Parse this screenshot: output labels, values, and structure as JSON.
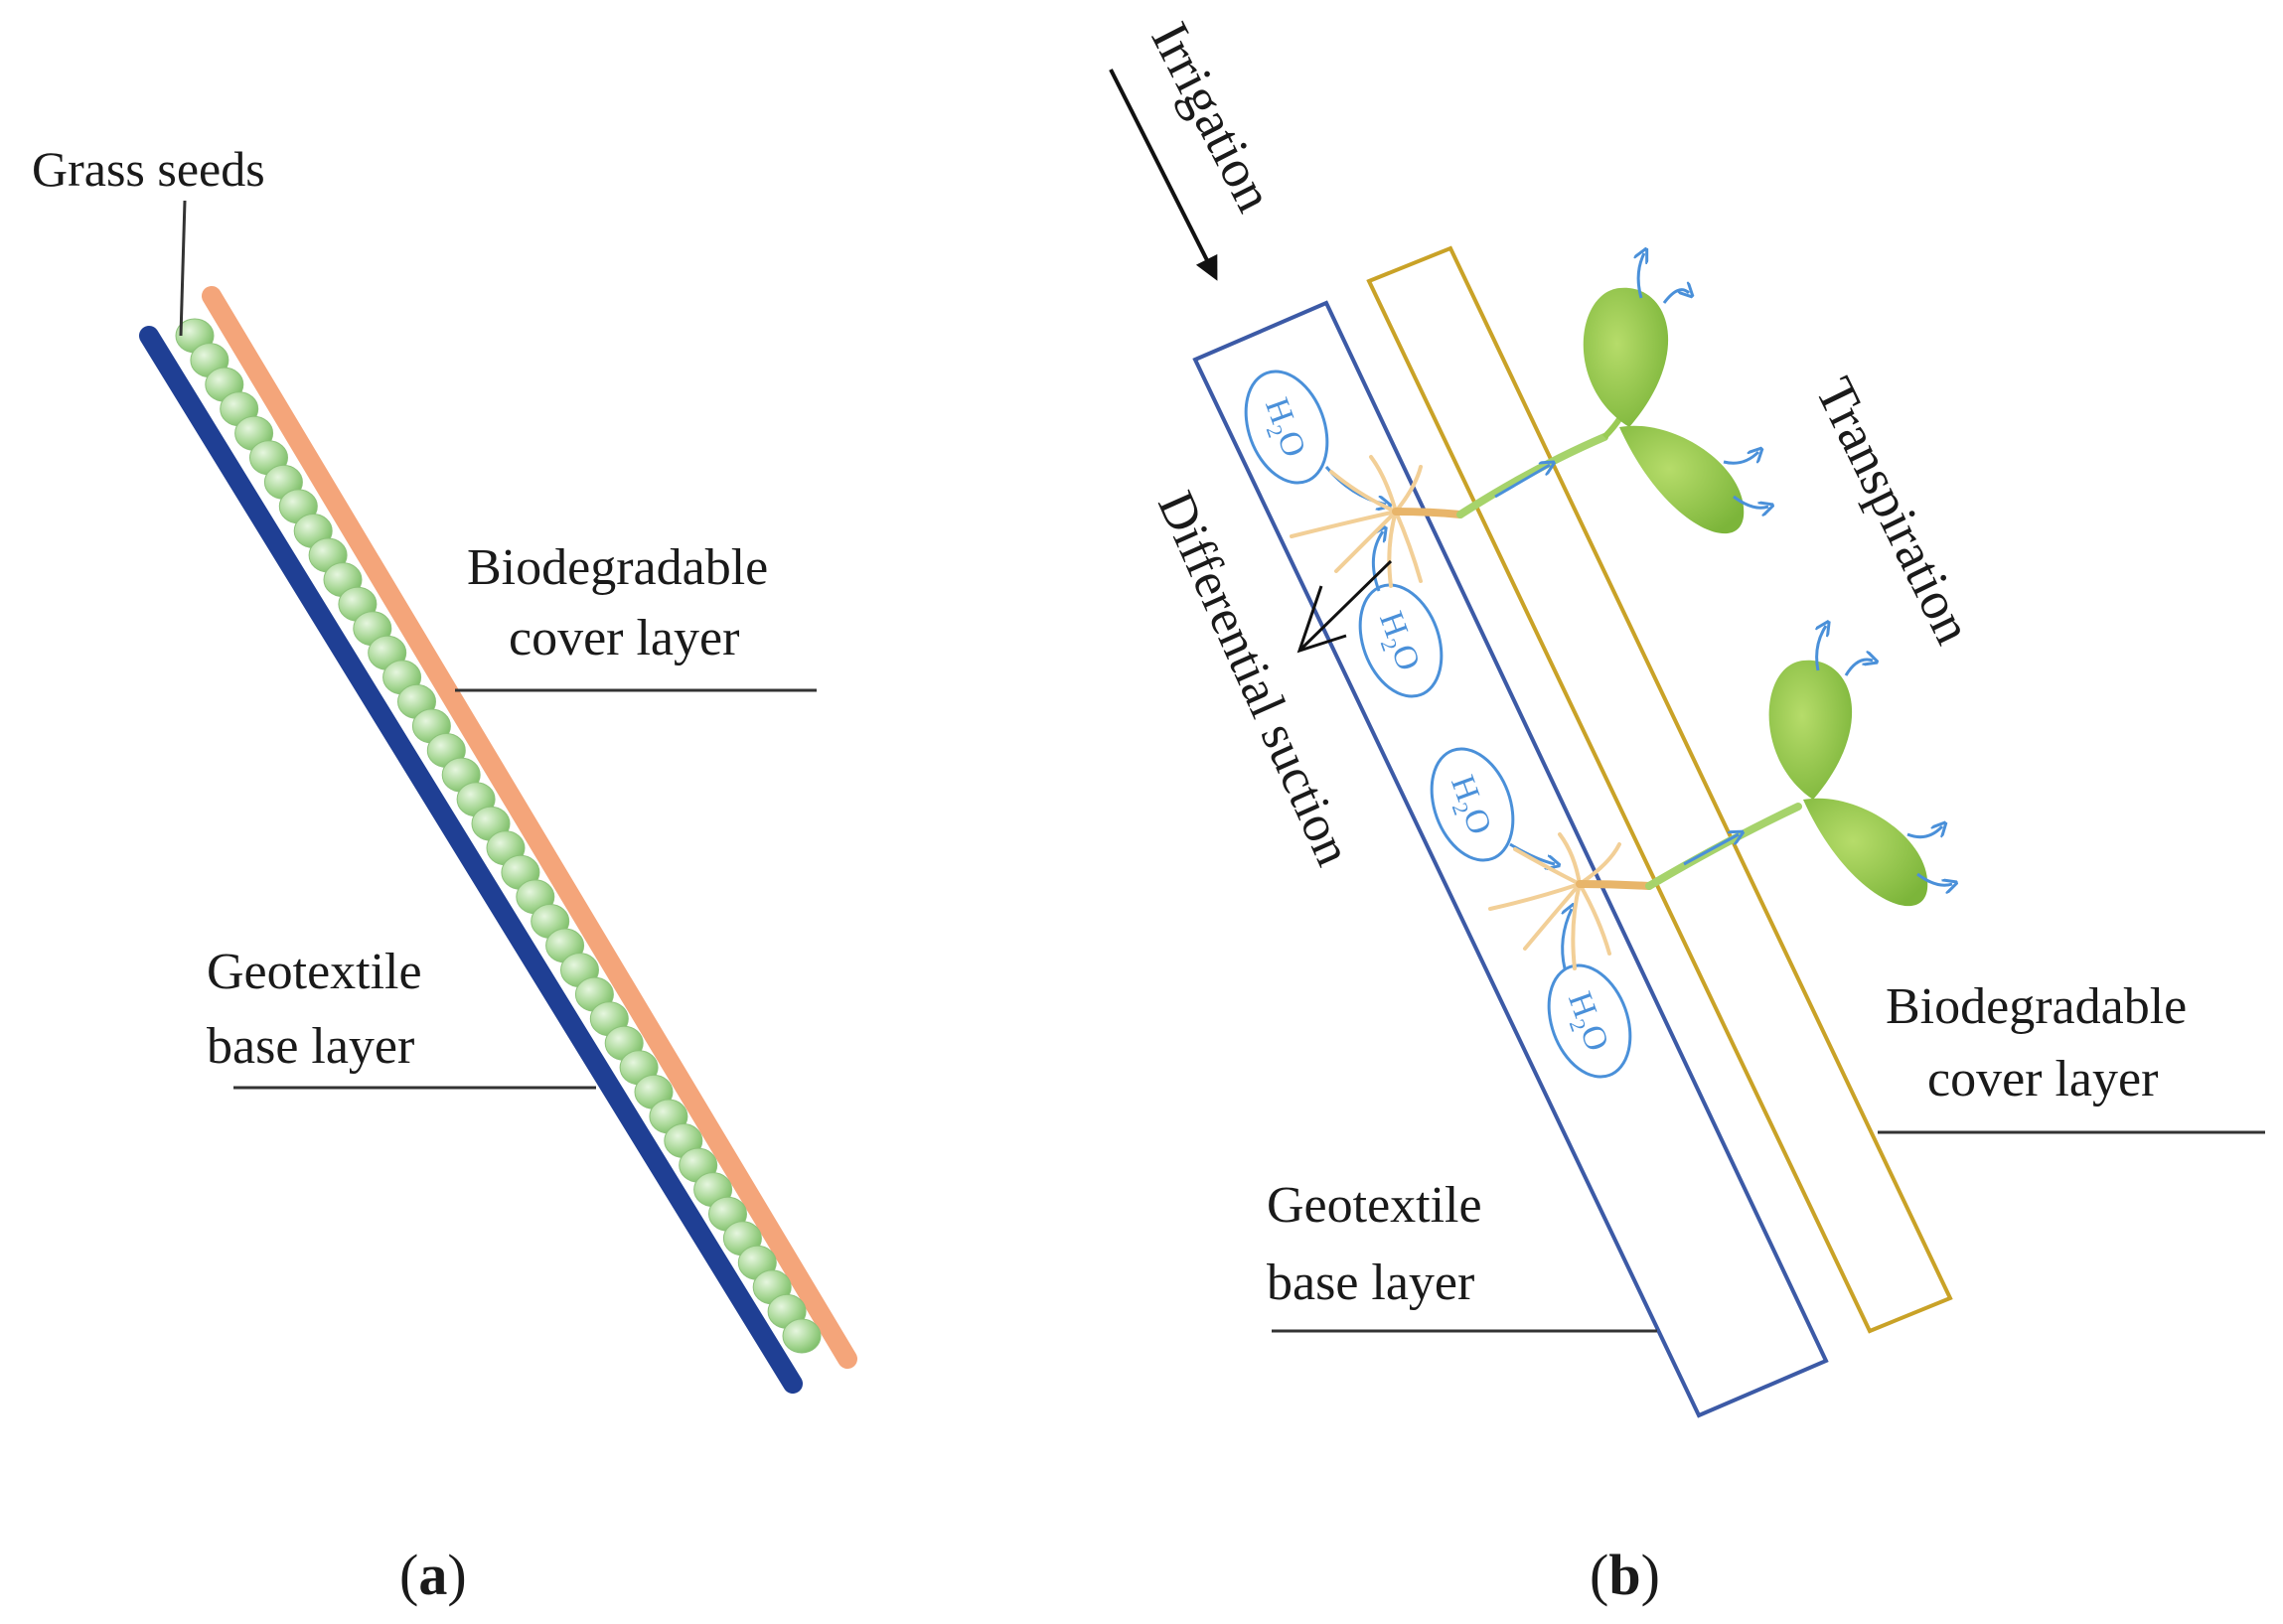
{
  "panel_a": {
    "grass_seeds": "Grass seeds",
    "cover_line1": "Biodegradable",
    "cover_line2": "cover layer",
    "geo_line1": "Geotextile",
    "geo_line2": "base layer",
    "caption_open": "(",
    "caption_letter": "a",
    "caption_close": ")"
  },
  "panel_b": {
    "irrigation": "Irrigation",
    "transpiration": "Transpiration",
    "differential_suction": "Differential suction",
    "h2o": "H",
    "h2o_sub": "2",
    "h2o_o": "O",
    "cover_line1": "Biodegradable",
    "cover_line2": "cover layer",
    "geo_line1": "Geotextile",
    "geo_line2": "base layer",
    "caption_open": "(",
    "caption_letter": "b",
    "caption_close": ")"
  },
  "colors": {
    "geotextile": "#1f3f94",
    "cover": "#f4a57a",
    "seed": "#9fd08c",
    "box_geotextile": "#3c5aa6",
    "box_cover": "#c9a227",
    "water": "#4a90d9",
    "leaf": "#8cc63f"
  }
}
